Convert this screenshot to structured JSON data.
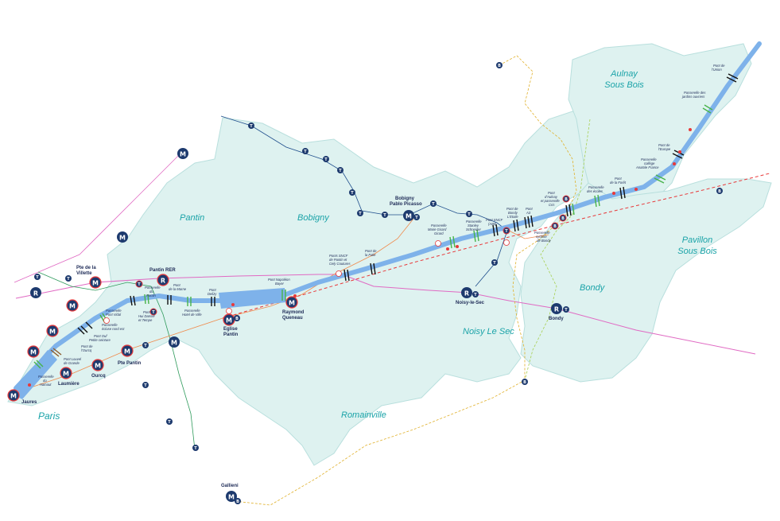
{
  "colors": {
    "territory": "#def2f0",
    "territory_border": "#b8dfdd",
    "canal": "#7eb2ea",
    "navy": "#1d3a6e",
    "teal_text": "#1aa3a8",
    "tram_blue": "#1f4e8c",
    "tram_green": "#2e9a5b",
    "pink_line": "#e06ac3",
    "orange_line": "#f08a4b",
    "red_dashed": "#e8393a",
    "yellow_dashed": "#e0b02a",
    "lime_dashed": "#a7cf50",
    "bridge_black": "#111111",
    "footbridge_green": "#47b34a",
    "bridge_brown": "#8b5a2b",
    "poi_red": "#e8393a"
  },
  "towns": {
    "paris": "Paris",
    "pantin": "Pantin",
    "bobigny": "Bobigny",
    "romainville": "Romainville",
    "noisy_le_sec": "Noisy Le Sec",
    "bondy": "Bondy",
    "aulnay_1": "Aulnay",
    "aulnay_2": "Sous Bois",
    "pavillon_1": "Pavillon",
    "pavillon_2": "Sous Bois"
  },
  "stations": {
    "jaures": "Jaures",
    "laumiere": "Laumière",
    "ourcq": "Ourcq",
    "pte_pantin": "Pte Pantin",
    "pte_villette_1": "Pte de la",
    "pte_villette_2": "Villette",
    "pantin_rer": "Pantin RER",
    "eglise_1": "Eglise",
    "eglise_2": "Pantin",
    "raymond_1": "Raymond",
    "raymond_2": "Queneau",
    "bobigny_1": "Bobigny",
    "bobigny_2": "Pablo Picasso",
    "noisy": "Noisy-le-Sec",
    "bondy": "Bondy",
    "gallieni": "Gallieni"
  },
  "crossings": {
    "c01a": "Passerelle",
    "c01b": "du",
    "c01c": "Hainaut",
    "c02a": "Pont Louvel",
    "c02b": "de Grande",
    "c03a": "Pont Ouf",
    "c03b": "Petite ceinture",
    "c04a": "Pont de",
    "c04b": "l'Ourcq",
    "c05a": "Passerelle",
    "c05b": "Pont Vidal",
    "c05c": "Passerelle",
    "c05d": "écluse nord est",
    "c06a": "Passerelle",
    "c06b": "du",
    "c06c": "Pantin",
    "c07a": "Pont",
    "c07b": "Hui Dansel",
    "c07c": "et Tempe",
    "c08a": "Pont",
    "c08b": "de la Marne",
    "c09a": "Passerelle",
    "c09b": "Hotel de Ville",
    "c10a": "Pont",
    "c10b": "Delizy",
    "c11a": "Pont Napoléon",
    "c11b": "Bayer",
    "c12a": "Ponts SNCF",
    "c12b": "de Pantin et",
    "c12c": "Cely Coutures",
    "c13a": "Pont de",
    "c13b": "la Folie",
    "c14a": "Passerelle",
    "c14b": "Marie Girard",
    "c14c": "Girard",
    "c15a": "Passerelle",
    "c15b": "Stanley",
    "c15c": "Schneider",
    "c16a": "Pont SNCF",
    "c16b": "(A86)",
    "c17a": "Pont de",
    "c17b": "Bondy",
    "c17c": "L'Etoile",
    "c18a": "Pont",
    "c18b": "A3",
    "c19a": "Passerelle",
    "c19b": "cycliste",
    "c19c": "de Bondy",
    "c20a": "Pont",
    "c20b": "d'Aulnay",
    "c20c": "et passerelle",
    "c20d": "Cris",
    "c21a": "Passerelle",
    "c21b": "des écoles",
    "c22a": "Pont",
    "c22b": "de la Forêt",
    "c23a": "Passerelle",
    "c23b": "collège",
    "c23c": "Anatole France",
    "c24a": "Pont de",
    "c24b": "l'Europe",
    "c25a": "Passerelle des",
    "c25b": "jardins ouvriers",
    "c26a": "Pont de",
    "c26b": "l'Union"
  },
  "badges": {
    "metro": "M",
    "rer": "R",
    "tram": "T",
    "bus": "B"
  },
  "icons": {
    "metro": "metro-station-icon",
    "rer": "rer-station-icon",
    "tram": "tram-stop-icon",
    "bus": "bus-stop-icon",
    "boat": "boat-stop-icon",
    "bridge": "road-bridge-icon",
    "footbridge": "footbridge-icon",
    "poi": "point-of-interest-icon"
  }
}
